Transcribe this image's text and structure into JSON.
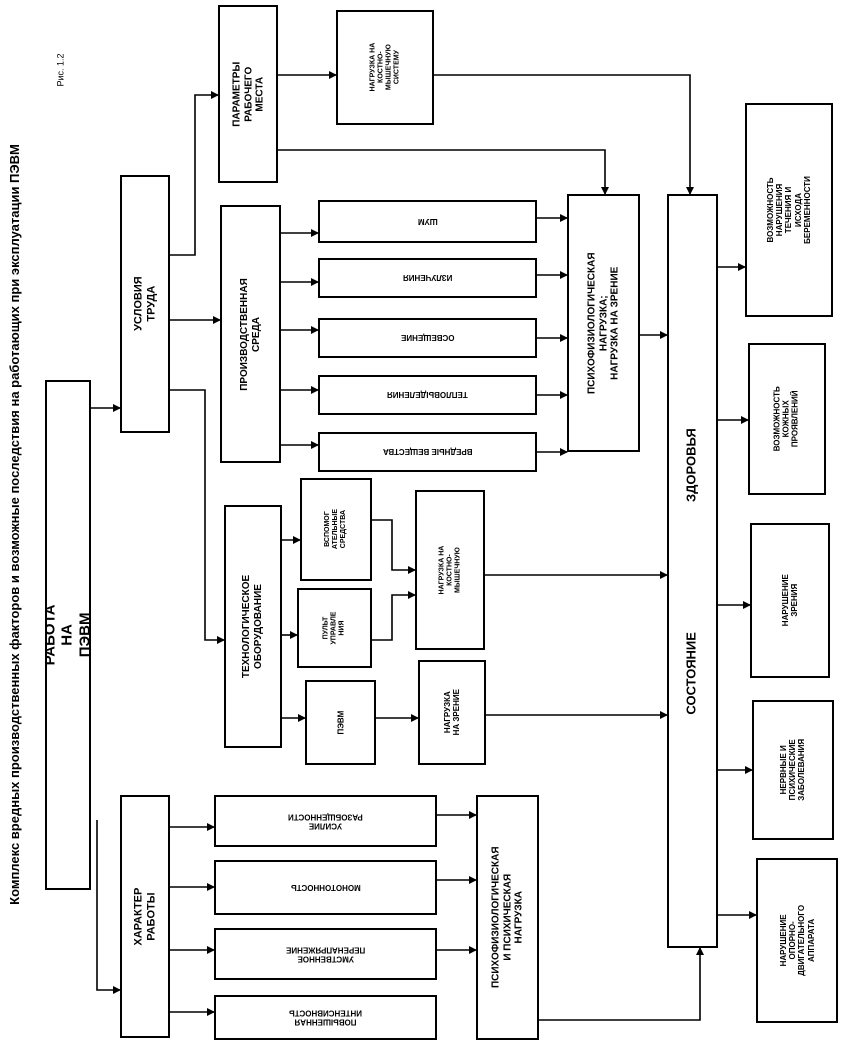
{
  "title": "Комплекс вредных производственных факторов и возможные последствия на работающих при эксплуатации ПЭВМ",
  "figure_label": "Рис. 1.2",
  "nodes": {
    "rabota": "РАБОТА НА ПЭВМ",
    "usloviya": "УСЛОВИЯ ТРУДА",
    "harakter": "ХАРАКТЕР РАБОТЫ",
    "parametry": "ПАРАМЕТРЫ\nРАБОЧЕГО МЕСТА",
    "nagr_kostno_top": "НАГРУЗКА НА\nКОСТНО-\nМЫШЕЧНУЮ\nСИСТЕМУ",
    "proizv_sreda": "ПРОИЗВОДСТВЕННАЯ СРЕДА",
    "shum": "ШУМ",
    "izlucheniya": "ИЗЛУЧЕНИЯ",
    "osveshchenie": "ОСВЕЩЕНИЕ",
    "teplovydeleniya": "ТЕПЛОВЫДЕЛЕНИЯ",
    "vrednye": "ВРЕДНЫЕ ВЕЩЕСТВА",
    "psiho_top": "ПСИХОФИЗИОЛОГИЧЕСКАЯ\nНАГРУЗКА;\nНАГРУЗКА НА ЗРЕНИЕ",
    "tehn_oborud": "ТЕХНОЛОГИЧЕСКОЕ\nОБОРУДОВАНИЕ",
    "vspomog": "ВСПОМОГ\nАТЕЛЬНЫЕ\nСРЕДСТВА",
    "pult": "ПУЛЬТ\nУПРАВЛЕ\nНИЯ",
    "pevm": "ПЭВМ",
    "nagr_kostno_mid": "НАГРУЗКА НА\nКОСТНО-\nМЫШЕЧНУЮ",
    "nagr_zrenie": "НАГРУЗКА\nНА ЗРЕНИЕ",
    "usilie": "УСИЛИЕ\nРАЗОБЩЕННОСТИ",
    "monotonnost": "МОНОТОННОСТЬ",
    "umstvennoe": "УМСТВЕННОЕ\nПЕРЕНАПРЯЖЕНИЕ",
    "povyshennaya": "ПОВЫШЕННАЯ\nИНТЕНСИВНОСТЬ",
    "psiho_bottom": "ПСИХОФИЗИОЛОГИЧЕСКАЯ\nИ ПСИХИЧЕСКАЯ НАГРУЗКА",
    "sostoyanie": "СОСТОЯНИЕ                                    ЗДОРОВЬЯ",
    "vozm_beremennost": "ВОЗМОЖНОСТЬ\nНАРУШЕНИЯ ТЕЧЕНИЯ И\nИСХОДА БЕРЕМЕННОСТИ",
    "vozm_kozhnye": "ВОЗМОЖНОСТЬ\nКОЖНЫХ\nПРОЯВЛЕНИЙ",
    "narush_zreniya": "НАРУШЕНИЕ\nЗРЕНИЯ",
    "nervnye": "НЕРВНЫЕ И\nПСИХИЧЕСКИЕ\nЗАБОЛЕВАНИЯ",
    "narush_oporno": "НАРУШЕНИЕ\nОПОРНО-\nДВИГАТЕЛЬНОГО\nАППАРАТА"
  }
}
